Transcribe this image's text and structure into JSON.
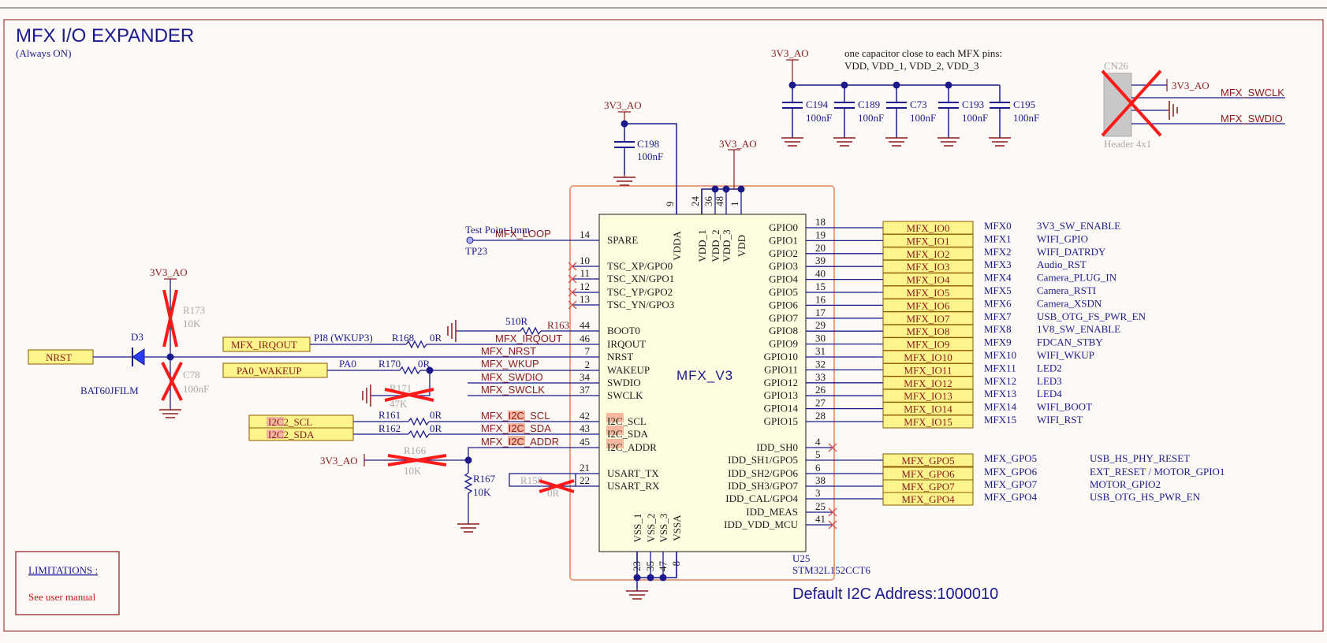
{
  "sheet": {
    "title": "MFX I/O EXPANDER",
    "subtitle": "(Always ON)",
    "limitations_title": "LIMITATIONS :",
    "limitations_text": "See user manual",
    "default_address": "Default I2C Address:1000010",
    "cap_note_line1": "one capacitor close to each MFX pins:",
    "cap_note_line2": "VDD, VDD_1, VDD_2, VDD_3"
  },
  "chip": {
    "name": "MFX_V3",
    "designator": "U25",
    "part": "STM32L152CCT6",
    "left_pins": [
      {
        "num": "14",
        "name": "SPARE"
      },
      {
        "num": "10",
        "name": "TSC_XP/GPO0"
      },
      {
        "num": "11",
        "name": "TSC_XN/GPO1"
      },
      {
        "num": "12",
        "name": "TSC_YP/GPO2"
      },
      {
        "num": "13",
        "name": "TSC_YN/GPO3"
      },
      {
        "num": "44",
        "name": "BOOT0"
      },
      {
        "num": "46",
        "name": "IRQOUT"
      },
      {
        "num": "7",
        "name": "NRST"
      },
      {
        "num": "2",
        "name": "WAKEUP"
      },
      {
        "num": "34",
        "name": "SWDIO"
      },
      {
        "num": "37",
        "name": "SWCLK"
      },
      {
        "num": "42",
        "name": "I2C_SCL"
      },
      {
        "num": "43",
        "name": "I2C_SDA"
      },
      {
        "num": "45",
        "name": "I2C_ADDR"
      },
      {
        "num": "21",
        "name": "USART_TX"
      },
      {
        "num": "22",
        "name": "USART_RX"
      }
    ],
    "gpio_pins": [
      {
        "num": "18",
        "name": "GPIO0"
      },
      {
        "num": "19",
        "name": "GPIO1"
      },
      {
        "num": "20",
        "name": "GPIO2"
      },
      {
        "num": "39",
        "name": "GPIO3"
      },
      {
        "num": "40",
        "name": "GPIO4"
      },
      {
        "num": "15",
        "name": "GPIO5"
      },
      {
        "num": "16",
        "name": "GPIO6"
      },
      {
        "num": "17",
        "name": "GPIO7"
      },
      {
        "num": "29",
        "name": "GPIO8"
      },
      {
        "num": "30",
        "name": "GPIO9"
      },
      {
        "num": "31",
        "name": "GPIO10"
      },
      {
        "num": "32",
        "name": "GPIO11"
      },
      {
        "num": "33",
        "name": "GPIO12"
      },
      {
        "num": "26",
        "name": "GPIO13"
      },
      {
        "num": "27",
        "name": "GPIO14"
      },
      {
        "num": "28",
        "name": "GPIO15"
      }
    ],
    "idd_pins": [
      {
        "num": "4",
        "name": "IDD_SH0"
      },
      {
        "num": "5",
        "name": "IDD_SH1/GPO5"
      },
      {
        "num": "6",
        "name": "IDD_SH2/GPO6"
      },
      {
        "num": "38",
        "name": "IDD_SH3/GPO7"
      },
      {
        "num": "3",
        "name": "IDD_CAL/GPO4"
      },
      {
        "num": "25",
        "name": "IDD_MEAS"
      },
      {
        "num": "41",
        "name": "IDD_VDD_MCU"
      }
    ],
    "top_pins": [
      {
        "num": "9",
        "name": "VDDA"
      },
      {
        "num": "24",
        "name": "VDD_1"
      },
      {
        "num": "36",
        "name": "VDD_2"
      },
      {
        "num": "48",
        "name": "VDD_3"
      },
      {
        "num": "1",
        "name": "VDD"
      }
    ],
    "bottom_pins": [
      {
        "num": "23",
        "name": "VSS_1"
      },
      {
        "num": "35",
        "name": "VSS_2"
      },
      {
        "num": "47",
        "name": "VSS_3"
      },
      {
        "num": "8",
        "name": "VSSA"
      }
    ]
  },
  "gpio_ports": [
    {
      "port": "MFX_IO0",
      "mfx": "MFX0",
      "func": "3V3_SW_ENABLE"
    },
    {
      "port": "MFX_IO1",
      "mfx": "MFX1",
      "func": "WIFI_GPIO"
    },
    {
      "port": "MFX_IO2",
      "mfx": "MFX2",
      "func": "WIFI_DATRDY"
    },
    {
      "port": "MFX_IO3",
      "mfx": "MFX3",
      "func": "Audio_RST"
    },
    {
      "port": "MFX_IO4",
      "mfx": "MFX4",
      "func": "Camera_PLUG_IN"
    },
    {
      "port": "MFX_IO5",
      "mfx": "MFX5",
      "func": "Camera_RSTI"
    },
    {
      "port": "MFX_IO6",
      "mfx": "MFX6",
      "func": "Camera_XSDN"
    },
    {
      "port": "MFX_IO7",
      "mfx": "MFX7",
      "func": "USB_OTG_FS_PWR_EN"
    },
    {
      "port": "MFX_IO8",
      "mfx": "MFX8",
      "func": "1V8_SW_ENABLE"
    },
    {
      "port": "MFX_IO9",
      "mfx": "MFX9",
      "func": "FDCAN_STBY"
    },
    {
      "port": "MFX_IO10",
      "mfx": "MFX10",
      "func": "WIFI_WKUP"
    },
    {
      "port": "MFX_IO11",
      "mfx": "MFX11",
      "func": "LED2"
    },
    {
      "port": "MFX_IO12",
      "mfx": "MFX12",
      "func": "LED3"
    },
    {
      "port": "MFX_IO13",
      "mfx": "MFX13",
      "func": "LED4"
    },
    {
      "port": "MFX_IO14",
      "mfx": "MFX14",
      "func": "WIFI_BOOT"
    },
    {
      "port": "MFX_IO15",
      "mfx": "MFX15",
      "func": "WIFI_RST"
    }
  ],
  "gpo_ports": [
    {
      "port": "MFX_GPO5",
      "mfx": "MFX_GPO5",
      "func": "USB_HS_PHY_RESET"
    },
    {
      "port": "MFX_GPO6",
      "mfx": "MFX_GPO6",
      "func": "EXT_RESET / MOTOR_GPIO1"
    },
    {
      "port": "MFX_GPO7",
      "mfx": "MFX_GPO7",
      "func": "MOTOR_GPIO2"
    },
    {
      "port": "MFX_GPO4",
      "mfx": "MFX_GPO4",
      "func": "USB_OTG_HS_PWR_EN"
    }
  ],
  "left_ports": {
    "nrst": "NRST",
    "irqout": "MFX_IRQOUT",
    "wakeup": "PA0_WAKEUP",
    "scl": "I2C2_SCL",
    "sda": "I2C2_SDA"
  },
  "nets": {
    "pi8": "PI8 (WKUP3)",
    "pa0": "PA0",
    "mfx_loop": "MFX_LOOP",
    "mfx_irqout": "MFX_IRQOUT",
    "mfx_nrst": "MFX_NRST",
    "mfx_wkup": "MFX_WKUP",
    "mfx_swdio": "MFX_SWDIO",
    "mfx_swclk": "MFX_SWCLK",
    "mfx_i2c_scl": "MFX_I2C_SCL",
    "mfx_i2c_sda": "MFX_I2C_SDA",
    "mfx_i2c_addr": "MFX_I2C_ADDR",
    "swclk_right": "MFX_SWCLK",
    "swdio_right": "MFX_SWDIO"
  },
  "components": {
    "tp_label": "Test Point 1mm",
    "tp_ref": "TP23",
    "r163_ref": "R163",
    "r163_val": "510R",
    "r168_ref": "R168",
    "r168_val": "0R",
    "r170_ref": "R170",
    "r170_val": "0R",
    "r171_ref": "R171",
    "r171_val": "47K",
    "r161_ref": "R161",
    "r161_val": "0R",
    "r162_ref": "R162",
    "r162_val": "0R",
    "r166_ref": "R166",
    "r166_val": "10K",
    "r167_ref": "R167",
    "r167_val": "10K",
    "r158_ref": "R158",
    "r158_val": "0R",
    "r173_ref": "R173",
    "r173_val": "10K",
    "c78_ref": "C78",
    "c78_val": "100nF",
    "d3_ref": "D3",
    "d3_part": "BAT60JFILM",
    "c198_ref": "C198",
    "c198_val": "100nF",
    "c194_ref": "C194",
    "c189_ref": "C189",
    "c73_ref": "C73",
    "c193_ref": "C193",
    "c195_ref": "C195",
    "cap_val": "100nF",
    "cn26_ref": "CN26",
    "cn26_part": "Header 4x1",
    "pwr": "3V3_AO"
  },
  "colors": {
    "wire": "#1a1a8c",
    "text_blue": "#1a1a8c",
    "text_red": "#8b1a1a",
    "port_fill": "#fdf58c",
    "port_stroke": "#8b5a00",
    "chip_fill": "#fffde0",
    "dnp_red": "#ff1a1a",
    "gray": "#aaaaaa",
    "highlight": "#f7b8a0"
  }
}
